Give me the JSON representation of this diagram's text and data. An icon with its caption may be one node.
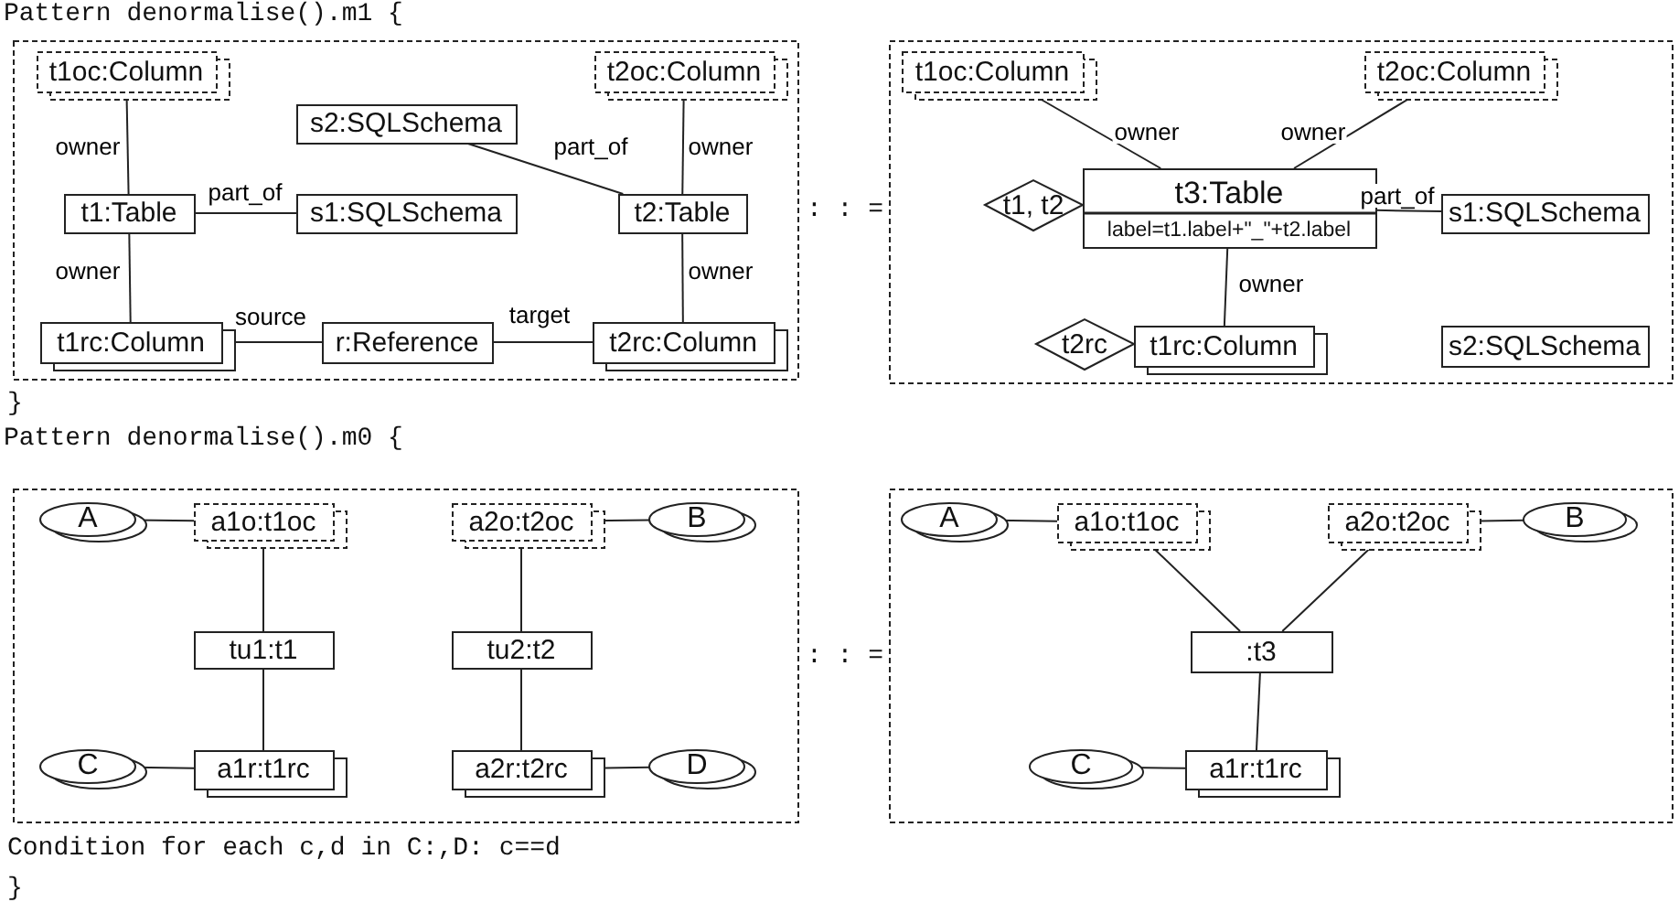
{
  "diagram": {
    "nodes": [
      {
        "text": [],
        "shape": "box"
      },
      {
        "text": [
          "t1oc:Column"
        ],
        "in": 0
      },
      {
        "text": [
          "t2oc:Column"
        ],
        "in": 0
      },
      {
        "text": [
          "s2:SQLSchema"
        ],
        "in": 0
      },
      {
        "text": [
          "t1:Table"
        ],
        "in": 0
      },
      {
        "text": [
          "s1:SQLSchema"
        ],
        "in": 0
      },
      {
        "text": [
          "t2:Table"
        ],
        "in": 0
      },
      {
        "text": [
          "t1rc:Column"
        ],
        "in": 0
      },
      {
        "text": [
          "r:Reference"
        ],
        "in": 0
      },
      {
        "text": [
          "t2rc:Column"
        ],
        "in": 0
      },
      {
        "text": [],
        "shape": "box"
      },
      {
        "text": [
          "t1oc:Column"
        ],
        "in": 10
      },
      {
        "text": [
          "t2oc:Column"
        ],
        "in": 10
      },
      {
        "text": [
          "t1, t2"
        ],
        "in": 10
      },
      {
        "text": [
          "t3:Table",
          "label=t1.label+\"_\"+t2.label"
        ],
        "in": 10
      },
      {
        "text": [
          "s1:SQLSchema"
        ],
        "in": 10
      },
      {
        "text": [
          "t2rc"
        ],
        "in": 10
      },
      {
        "text": [
          "t1rc:Column"
        ],
        "in": 10
      },
      {
        "text": [
          "s2:SQLSchema"
        ],
        "in": 10
      },
      {
        "text": [],
        "shape": "box"
      },
      {
        "text": [
          "A"
        ],
        "in": 19
      },
      {
        "text": [
          "a1o:t1oc"
        ],
        "in": 19
      },
      {
        "text": [
          "a2o:t2oc"
        ],
        "in": 19
      },
      {
        "text": [
          "B"
        ],
        "in": 19
      },
      {
        "text": [
          "tu1:t1"
        ],
        "in": 19
      },
      {
        "text": [
          "tu2:t2"
        ],
        "in": 19
      },
      {
        "text": [
          "C"
        ],
        "in": 19
      },
      {
        "text": [
          "a1r:t1rc"
        ],
        "in": 19
      },
      {
        "text": [
          "a2r:t2rc"
        ],
        "in": 19
      },
      {
        "text": [
          "D"
        ],
        "in": 19
      },
      {
        "text": [],
        "shape": "box"
      },
      {
        "text": [
          "A"
        ],
        "in": 30
      },
      {
        "text": [
          "a1o:t1oc"
        ],
        "in": 30
      },
      {
        "text": [
          "a2o:t2oc"
        ],
        "in": 30
      },
      {
        "text": [
          "B"
        ],
        "in": 30
      },
      {
        "text": [
          ":t3"
        ],
        "in": 30
      },
      {
        "text": [
          "C"
        ],
        "in": 30
      },
      {
        "text": [
          "a1r:t1rc"
        ],
        "in": 30
      }
    ],
    "edges": [
      {
        "from": 1,
        "to": 4,
        "arrow": "none",
        "label": "owner"
      },
      {
        "from": 4,
        "to": 5,
        "arrow": "none",
        "label": "part_of"
      },
      {
        "from": 3,
        "to": 6,
        "arrow": "none",
        "label": "part_of"
      },
      {
        "from": 2,
        "to": 6,
        "arrow": "none",
        "label": "owner"
      },
      {
        "from": 4,
        "to": 7,
        "arrow": "none",
        "label": "owner"
      },
      {
        "from": 6,
        "to": 9,
        "arrow": "none",
        "label": "owner"
      },
      {
        "from": 7,
        "to": 8,
        "arrow": "none",
        "label": "source"
      },
      {
        "from": 8,
        "to": 9,
        "arrow": "none",
        "label": "target"
      },
      {
        "from": 11,
        "to": 14,
        "arrow": "none",
        "label": "owner"
      },
      {
        "from": 12,
        "to": 14,
        "arrow": "none",
        "label": "owner"
      },
      {
        "from": 14,
        "to": 15,
        "arrow": "none",
        "label": "part_of"
      },
      {
        "from": 14,
        "to": 17,
        "arrow": "none",
        "label": "owner"
      },
      {
        "from": 20,
        "to": 21,
        "arrow": "none"
      },
      {
        "from": 21,
        "to": 24,
        "arrow": "none"
      },
      {
        "from": 22,
        "to": 23,
        "arrow": "none"
      },
      {
        "from": 22,
        "to": 25,
        "arrow": "none"
      },
      {
        "from": 24,
        "to": 27,
        "arrow": "none"
      },
      {
        "from": 25,
        "to": 28,
        "arrow": "none"
      },
      {
        "from": 26,
        "to": 27,
        "arrow": "none"
      },
      {
        "from": 28,
        "to": 29,
        "arrow": "none"
      },
      {
        "from": 31,
        "to": 32,
        "arrow": "none"
      },
      {
        "from": 32,
        "to": 35,
        "arrow": "none"
      },
      {
        "from": 33,
        "to": 34,
        "arrow": "none"
      },
      {
        "from": 33,
        "to": 35,
        "arrow": "none"
      },
      {
        "from": 35,
        "to": 37,
        "arrow": "none"
      },
      {
        "from": 36,
        "to": 37,
        "arrow": "none"
      }
    ],
    "labels": [
      "Pattern denormalise().m1 {",
      "}",
      ": : =",
      "Pattern denormalise().m0 {",
      ": : =",
      "Condition for each c,d in C:,D: c==d",
      "}"
    ]
  }
}
